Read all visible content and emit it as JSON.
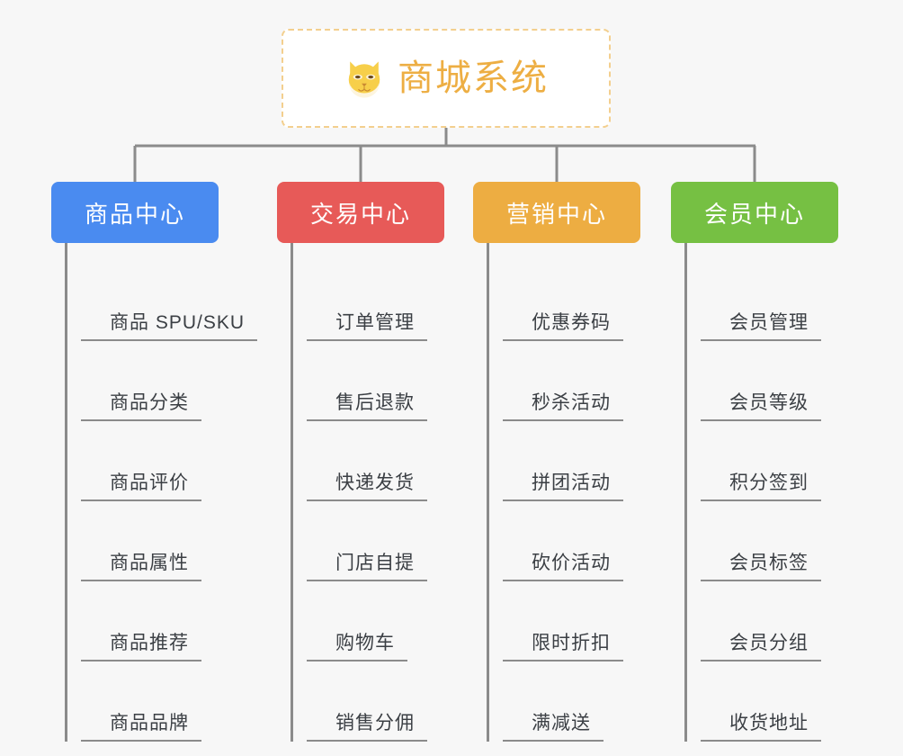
{
  "diagram": {
    "type": "org-tree",
    "background_color": "#f7f7f7",
    "connector_color": "#8b8b8b",
    "root": {
      "icon": "shiba-dog-icon",
      "title": "商城系统",
      "text_color": "#edae43",
      "border_color": "#f3cf8e",
      "background_color": "#ffffff"
    },
    "categories": [
      {
        "label": "商品中心",
        "color": "#4a8bf0",
        "items": [
          "商品 SPU/SKU",
          "商品分类",
          "商品评价",
          "商品属性",
          "商品推荐",
          "商品品牌"
        ]
      },
      {
        "label": "交易中心",
        "color": "#e75a58",
        "items": [
          "订单管理",
          "售后退款",
          "快递发货",
          "门店自提",
          "购物车",
          "销售分佣"
        ]
      },
      {
        "label": "营销中心",
        "color": "#edad42",
        "items": [
          "优惠券码",
          "秒杀活动",
          "拼团活动",
          "砍价活动",
          "限时折扣",
          "满减送"
        ]
      },
      {
        "label": "会员中心",
        "color": "#76c043",
        "items": [
          "会员管理",
          "会员等级",
          "积分签到",
          "会员标签",
          "会员分组",
          "收货地址"
        ]
      }
    ]
  }
}
